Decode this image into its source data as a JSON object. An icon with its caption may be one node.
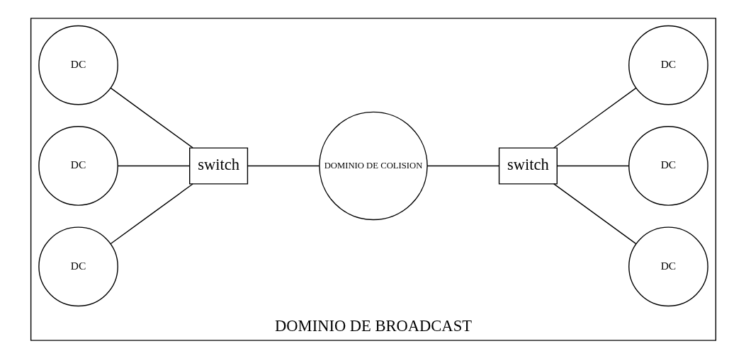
{
  "diagram": {
    "nodes": [
      {
        "text": [
          "DOMINIO DE BROADCAST"
        ]
      },
      {
        "text": [
          "DC"
        ],
        "in": 0
      },
      {
        "text": [
          "DC"
        ],
        "in": 0
      },
      {
        "text": [
          "switch"
        ],
        "in": 0
      },
      {
        "text": [
          "DC"
        ],
        "in": 0
      },
      {
        "text": [
          "DOMINIO DE COLISION"
        ],
        "in": 0
      },
      {
        "text": [
          "DC"
        ],
        "in": 0
      },
      {
        "text": [
          "switch"
        ],
        "in": 0
      },
      {
        "text": [
          "DC"
        ],
        "in": 0
      },
      {
        "text": [
          "DC"
        ],
        "in": 0
      }
    ],
    "edges": [
      {
        "from": 1,
        "to": 3,
        "arrow": "none"
      },
      {
        "from": 2,
        "to": 3,
        "arrow": "none"
      },
      {
        "from": 4,
        "to": 3,
        "arrow": "none"
      },
      {
        "from": 3,
        "to": 5,
        "arrow": "none"
      },
      {
        "from": 5,
        "to": 7,
        "arrow": "none"
      },
      {
        "from": 7,
        "to": 6,
        "arrow": "none"
      },
      {
        "from": 7,
        "to": 8,
        "arrow": "none"
      },
      {
        "from": 7,
        "to": 9,
        "arrow": "none"
      }
    ]
  }
}
